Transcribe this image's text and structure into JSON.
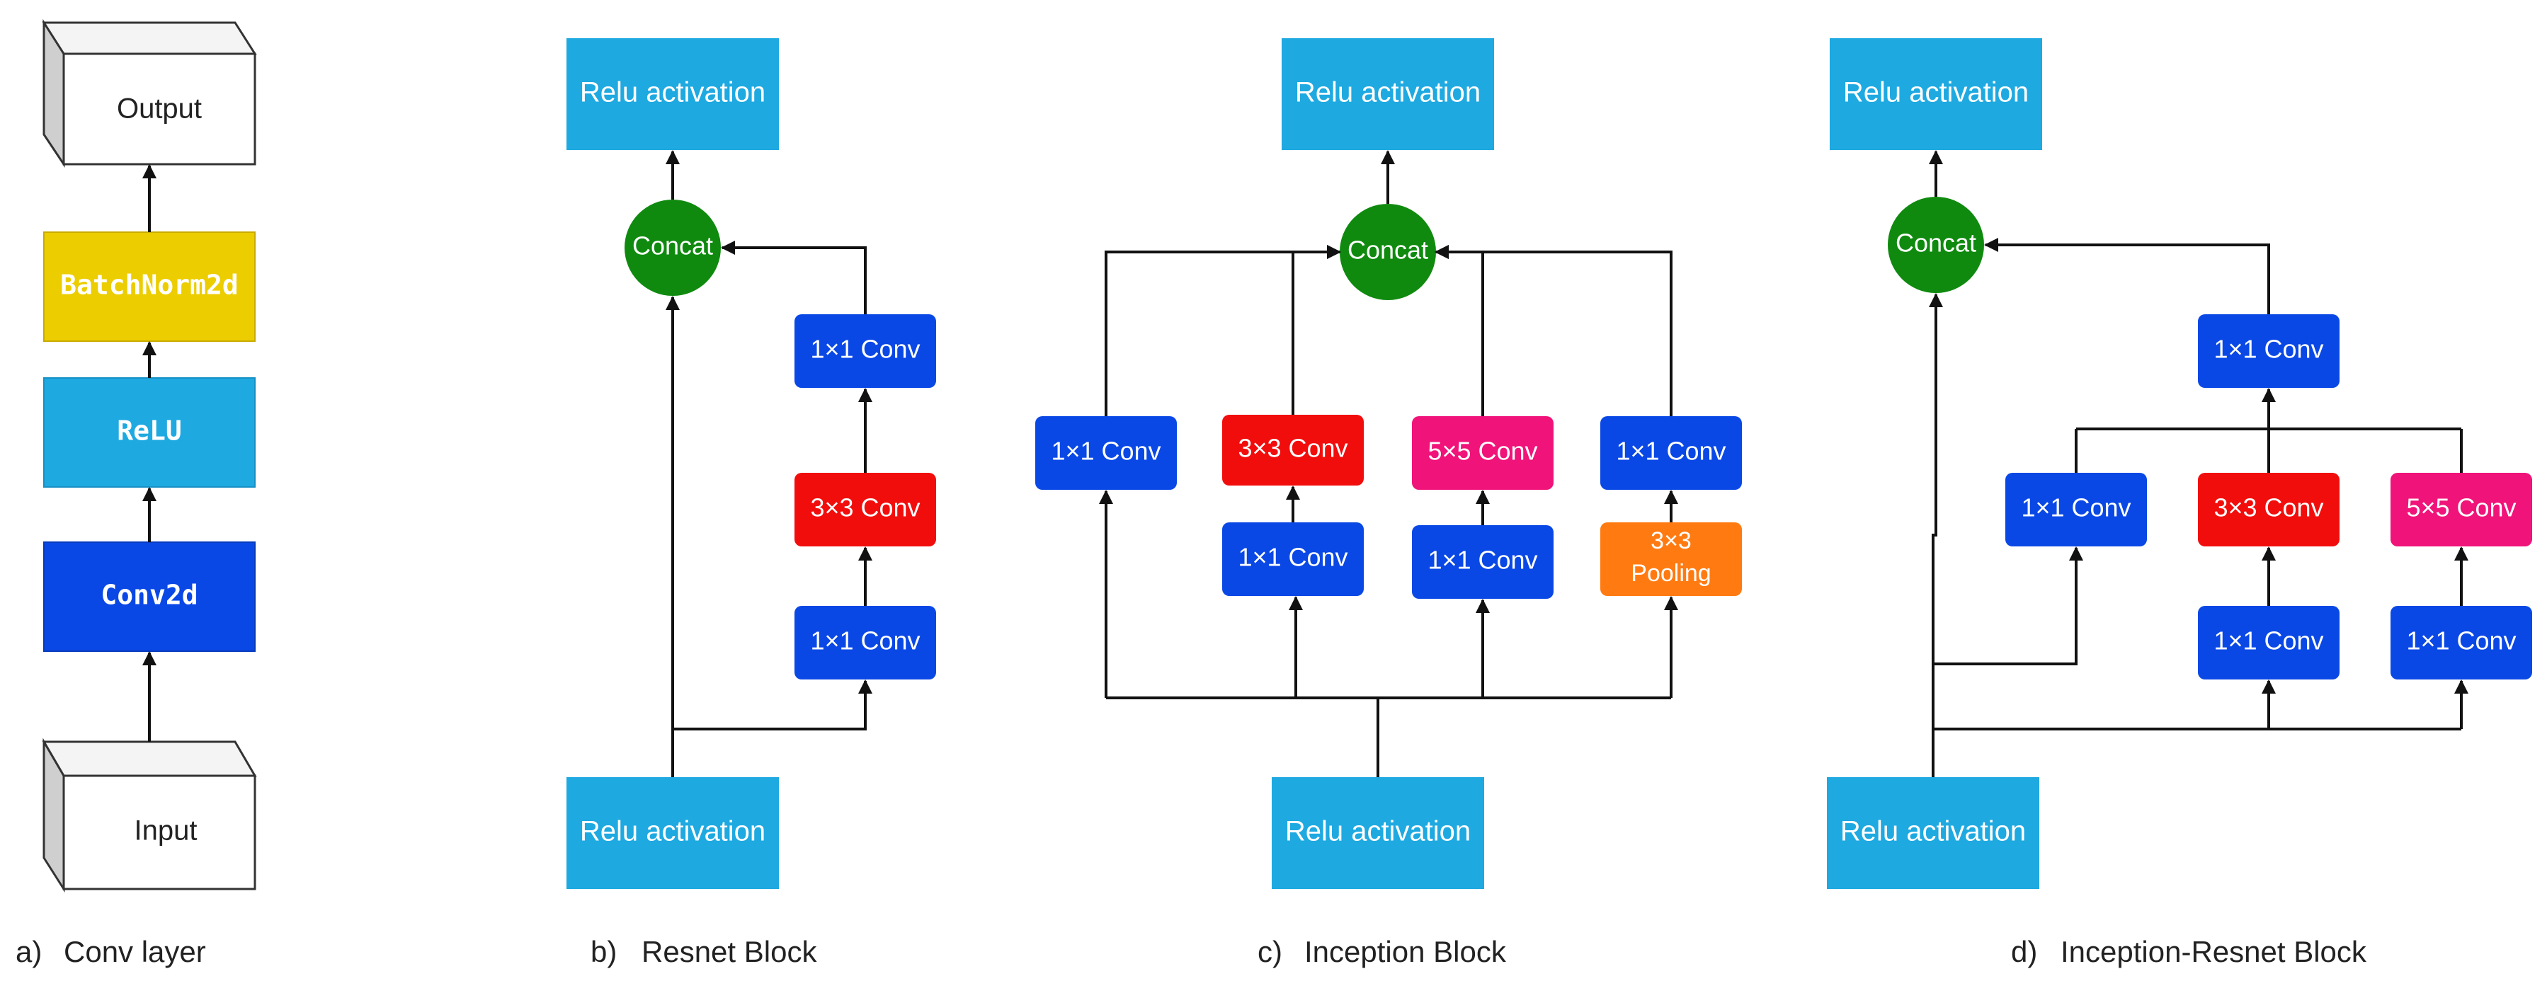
{
  "colors": {
    "relu_box": "#1ea9e1",
    "conv_blue": "#0a48e6",
    "conv_red": "#f20d0d",
    "conv_pink": "#f0137a",
    "pool_orange": "#ff7b12",
    "concat_green": "#0f8a0f",
    "batchnorm_yellow": "#eccd00",
    "relu_layer": "#1ea9e1",
    "conv2d": "#0a48e6"
  },
  "panel_a": {
    "output": "Output",
    "batchnorm": "BatchNorm2d",
    "relu": "ReLU",
    "conv2d": "Conv2d",
    "input": "Input",
    "caption_letter": "a)",
    "caption_text": "Conv layer"
  },
  "panel_b": {
    "relu_top": "Relu activation",
    "concat": "Concat",
    "conv_top": "1×1 Conv",
    "conv_mid": "3×3 Conv",
    "conv_bot": "1×1 Conv",
    "relu_bottom": "Relu activation",
    "caption_letter": "b)",
    "caption_text": "Resnet Block"
  },
  "panel_c": {
    "relu_top": "Relu activation",
    "concat": "Concat",
    "branch1_conv": "1×1 Conv",
    "branch2_top": "3×3 Conv",
    "branch2_bot": "1×1 Conv",
    "branch3_top": "5×5 Conv",
    "branch3_bot": "1×1 Conv",
    "branch4_top": "1×1 Conv",
    "pool_line1": "3×3",
    "pool_line2": "Pooling",
    "relu_bottom": "Relu activation",
    "caption_letter": "c)",
    "caption_text": "Inception Block"
  },
  "panel_d": {
    "relu_top": "Relu activation",
    "concat": "Concat",
    "merge_conv": "1×1 Conv",
    "branch1_conv": "1×1 Conv",
    "branch2_top": "3×3 Conv",
    "branch2_bot": "1×1 Conv",
    "branch3_top": "5×5 Conv",
    "branch3_bot": "1×1 Conv",
    "relu_bottom": "Relu activation",
    "caption_letter": "d)",
    "caption_text": "Inception-Resnet Block"
  }
}
